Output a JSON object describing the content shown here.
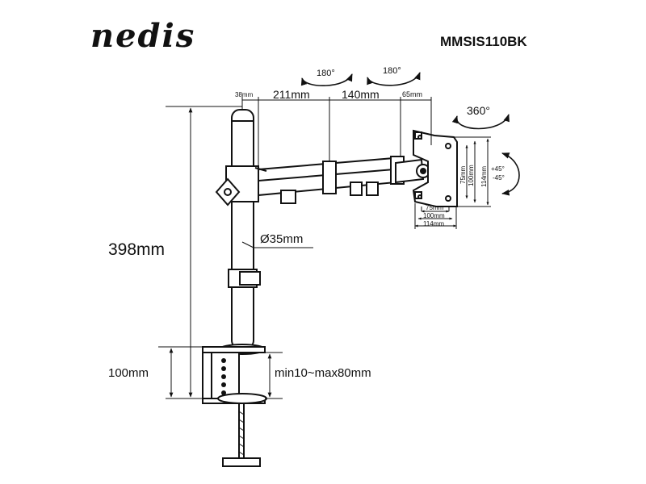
{
  "brand": {
    "logo_text": "nedis"
  },
  "product": {
    "model": "MMSIS110BK"
  },
  "dimensions": {
    "pole_height": "398mm",
    "clamp_height": "100mm",
    "pole_diameter": "Ø35mm",
    "desk_thickness": "min10~max80mm",
    "top_offset": "38mm",
    "arm_segment_1": "211mm",
    "arm_segment_2": "140mm",
    "head_offset": "65mm",
    "vesa_w_75": "75mm",
    "vesa_w_100": "100mm",
    "vesa_w_114": "114mm",
    "vesa_h_75": "75mm",
    "vesa_h_100": "100mm",
    "vesa_h_114": "114mm"
  },
  "rotations": {
    "arm_joint_1": "180°",
    "arm_joint_2": "180°",
    "head_swivel": "360°",
    "tilt_up": "+45°",
    "tilt_down": "-45°"
  },
  "colors": {
    "line": "#111111",
    "metal": "#ffffff"
  }
}
